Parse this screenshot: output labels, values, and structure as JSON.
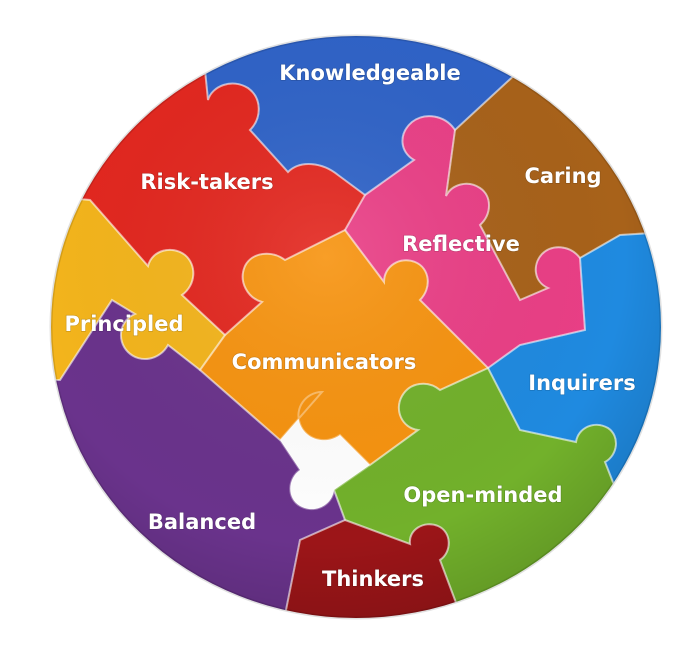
{
  "diagram": {
    "pieces": [
      {
        "id": "knowledgeable",
        "label": "Knowledgeable",
        "color": "#2f63c8"
      },
      {
        "id": "caring",
        "label": "Caring",
        "color": "#a8621a"
      },
      {
        "id": "risk-takers",
        "label": "Risk-takers",
        "color": "#e3271f"
      },
      {
        "id": "reflective",
        "label": "Reflective",
        "color": "#ea3f86"
      },
      {
        "id": "principled",
        "label": "Principled",
        "color": "#f4b51c"
      },
      {
        "id": "communicators",
        "label": "Communicators",
        "color": "#f7930f"
      },
      {
        "id": "inquirers",
        "label": "Inquirers",
        "color": "#1f8ae0"
      },
      {
        "id": "balanced",
        "label": "Balanced",
        "color": "#6a338c"
      },
      {
        "id": "open-minded",
        "label": "Open-minded",
        "color": "#72b12b"
      },
      {
        "id": "thinkers",
        "label": "Thinkers",
        "color": "#9c1518"
      }
    ]
  }
}
